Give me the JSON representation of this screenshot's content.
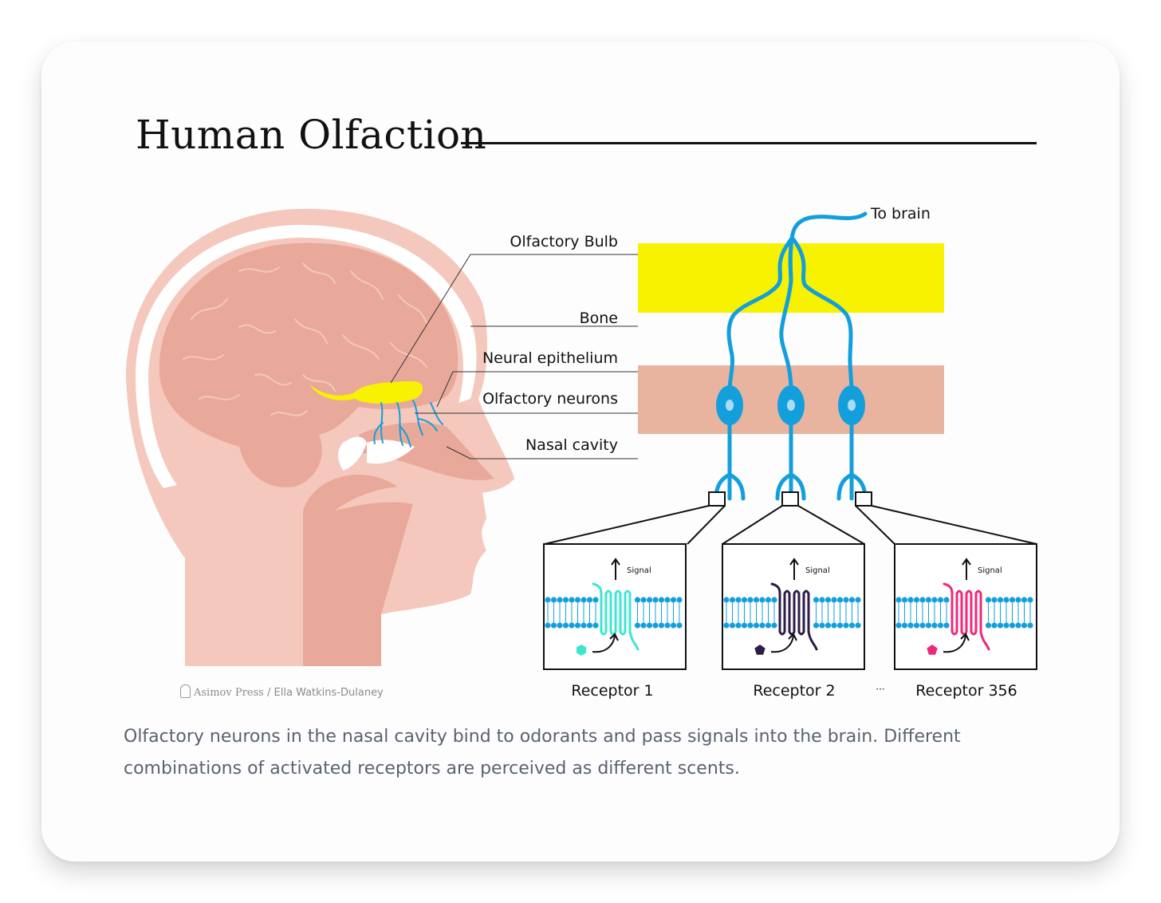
{
  "title": "Human Olfaction",
  "labels": {
    "olfactory_bulb": "Olfactory Bulb",
    "bone": "Bone",
    "neural_epithelium": "Neural epithelium",
    "olfactory_neurons": "Olfactory neurons",
    "nasal_cavity": "Nasal cavity",
    "to_brain": "To brain"
  },
  "receptors": [
    {
      "label": "Receptor 1",
      "signal": "Signal",
      "color": "#3ee6d0"
    },
    {
      "label": "Receptor 2",
      "signal": "Signal",
      "color": "#2b1d45"
    },
    {
      "label": "Receptor 356",
      "signal": "Signal",
      "color": "#f0287a"
    }
  ],
  "ellipsis": "···",
  "credit": {
    "publisher": "Asimov Press",
    "separator": "/",
    "author": "Ella Watkins-Dulaney"
  },
  "caption": "Olfactory neurons in the nasal cavity bind to odorants and pass signals into the brain. Different combinations of activated receptors are perceived as different scents.",
  "colors": {
    "bulb": "#f7f200",
    "epithelium": "#e8b4a0",
    "neuron": "#139fdc",
    "skin": "#f4c8bc",
    "brain": "#e9a99a"
  }
}
